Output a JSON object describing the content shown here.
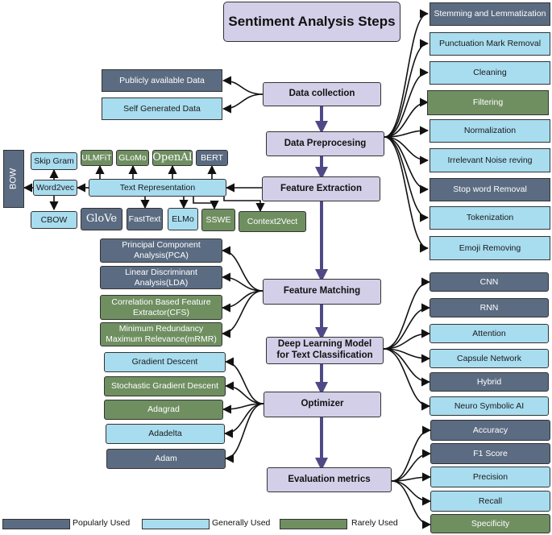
{
  "title": "Sentiment Analysis Steps",
  "steps": {
    "data_collection": "Data collection",
    "data_preprocessing": "Data Preprocesing",
    "feature_extraction": "Feature Extraction",
    "feature_matching": "Feature Matching",
    "deep_learning": "Deep Learning Model for Text Classification",
    "optimizer": "Optimizer",
    "evaluation": "Evaluation metrics"
  },
  "data_collection_items": [
    {
      "label": "Publicly available Data",
      "category": "popular"
    },
    {
      "label": "Self Generated Data",
      "category": "general"
    }
  ],
  "preprocessing_items": [
    {
      "label": "Stemming and Lemmatization",
      "category": "popular"
    },
    {
      "label": "Punctuation Mark Removal",
      "category": "general"
    },
    {
      "label": "Cleaning",
      "category": "general"
    },
    {
      "label": "Filtering",
      "category": "rare"
    },
    {
      "label": "Normalization",
      "category": "general"
    },
    {
      "label": "Irrelevant Noise reving",
      "category": "general"
    },
    {
      "label": "Stop word Removal",
      "category": "popular"
    },
    {
      "label": "Tokenization",
      "category": "general"
    },
    {
      "label": "Emoji Removing",
      "category": "general"
    }
  ],
  "feature_extraction": {
    "bow": "BOW",
    "word2vec": "Word2vec",
    "skip_gram": "Skip Gram",
    "cbow": "CBOW",
    "text_representation": "Text Representation",
    "top_items": [
      {
        "label": "ULMFiT",
        "category": "rare"
      },
      {
        "label": "GLoMo",
        "category": "rare"
      },
      {
        "label": "OpenAI",
        "category": "rare"
      },
      {
        "label": "BERT",
        "category": "popular"
      }
    ],
    "bottom_items": [
      {
        "label": "GloVe",
        "category": "popular"
      },
      {
        "label": "FastText",
        "category": "popular"
      },
      {
        "label": "ELMo",
        "category": "general"
      },
      {
        "label": "SSWE",
        "category": "rare"
      },
      {
        "label": "Context2Vect",
        "category": "rare"
      }
    ]
  },
  "feature_matching_items": [
    {
      "label": "Principal Component Analysis(PCA)",
      "category": "popular"
    },
    {
      "label": "Linear Discriminant Analysis(LDA)",
      "category": "popular"
    },
    {
      "label": "Correlation Based Feature Extractor(CFS)",
      "category": "rare"
    },
    {
      "label": "Minimum Redundancy Maximum Relevance(mRMR)",
      "category": "rare"
    }
  ],
  "deep_learning_items": [
    {
      "label": "CNN",
      "category": "popular"
    },
    {
      "label": "RNN",
      "category": "popular"
    },
    {
      "label": "Attention",
      "category": "general"
    },
    {
      "label": "Capsule Network",
      "category": "general"
    },
    {
      "label": "Hybrid",
      "category": "popular"
    },
    {
      "label": "Neuro Symbolic AI",
      "category": "general"
    }
  ],
  "optimizer_items": [
    {
      "label": "Gradient Descent",
      "category": "general"
    },
    {
      "label": "Stochastic Gradient Descent",
      "category": "rare"
    },
    {
      "label": "Adagrad",
      "category": "rare"
    },
    {
      "label": "Adadelta",
      "category": "general"
    },
    {
      "label": "Adam",
      "category": "popular"
    }
  ],
  "evaluation_items": [
    {
      "label": "Accuracy",
      "category": "popular"
    },
    {
      "label": "F1 Score",
      "category": "popular"
    },
    {
      "label": "Precision",
      "category": "general"
    },
    {
      "label": "Recall",
      "category": "general"
    },
    {
      "label": "Specificity",
      "category": "rare"
    }
  ],
  "legend": [
    {
      "label": "Popularly Used",
      "category": "popular"
    },
    {
      "label": "Generally Used",
      "category": "general"
    },
    {
      "label": "Rarely Used",
      "category": "rare"
    }
  ],
  "colors": {
    "popular": "#5b6c82",
    "general": "#a8dcef",
    "rare": "#6f8f61",
    "step": "#d3cfe8",
    "flow_arrow": "#4f4a86"
  }
}
